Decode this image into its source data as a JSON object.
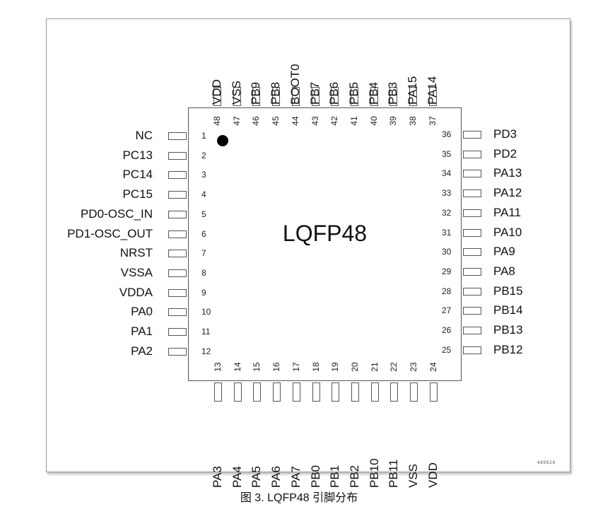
{
  "package": "LQFP48",
  "pin1_marker": "pin-1-dot",
  "doc_code": "485629",
  "caption": "图 3. LQFP48 引脚分布",
  "pins": {
    "left": [
      {
        "num": "1",
        "name": "NC"
      },
      {
        "num": "2",
        "name": "PC13"
      },
      {
        "num": "3",
        "name": "PC14"
      },
      {
        "num": "4",
        "name": "PC15"
      },
      {
        "num": "5",
        "name": "PD0-OSC_IN"
      },
      {
        "num": "6",
        "name": "PD1-OSC_OUT"
      },
      {
        "num": "7",
        "name": "NRST"
      },
      {
        "num": "8",
        "name": "VSSA"
      },
      {
        "num": "9",
        "name": "VDDA"
      },
      {
        "num": "10",
        "name": "PA0"
      },
      {
        "num": "11",
        "name": "PA1"
      },
      {
        "num": "12",
        "name": "PA2"
      }
    ],
    "bottom": [
      {
        "num": "13",
        "name": "PA3"
      },
      {
        "num": "14",
        "name": "PA4"
      },
      {
        "num": "15",
        "name": "PA5"
      },
      {
        "num": "16",
        "name": "PA6"
      },
      {
        "num": "17",
        "name": "PA7"
      },
      {
        "num": "18",
        "name": "PB0"
      },
      {
        "num": "19",
        "name": "PB1"
      },
      {
        "num": "20",
        "name": "PB2"
      },
      {
        "num": "21",
        "name": "PB10"
      },
      {
        "num": "22",
        "name": "PB11"
      },
      {
        "num": "23",
        "name": "VSS"
      },
      {
        "num": "24",
        "name": "VDD"
      }
    ],
    "right": [
      {
        "num": "36",
        "name": "PD3"
      },
      {
        "num": "35",
        "name": "PD2"
      },
      {
        "num": "34",
        "name": "PA13"
      },
      {
        "num": "33",
        "name": "PA12"
      },
      {
        "num": "32",
        "name": "PA11"
      },
      {
        "num": "31",
        "name": "PA10"
      },
      {
        "num": "30",
        "name": "PA9"
      },
      {
        "num": "29",
        "name": "PA8"
      },
      {
        "num": "28",
        "name": "PB15"
      },
      {
        "num": "27",
        "name": "PB14"
      },
      {
        "num": "26",
        "name": "PB13"
      },
      {
        "num": "25",
        "name": "PB12"
      }
    ],
    "top": [
      {
        "num": "48",
        "name": "VDD"
      },
      {
        "num": "47",
        "name": "VSS"
      },
      {
        "num": "46",
        "name": "PB9"
      },
      {
        "num": "45",
        "name": "PB8"
      },
      {
        "num": "44",
        "name": "BOOT0"
      },
      {
        "num": "43",
        "name": "PB7"
      },
      {
        "num": "42",
        "name": "PB6"
      },
      {
        "num": "41",
        "name": "PB5"
      },
      {
        "num": "40",
        "name": "PB4"
      },
      {
        "num": "39",
        "name": "PB3"
      },
      {
        "num": "38",
        "name": "PA15"
      },
      {
        "num": "37",
        "name": "PA14"
      }
    ]
  }
}
